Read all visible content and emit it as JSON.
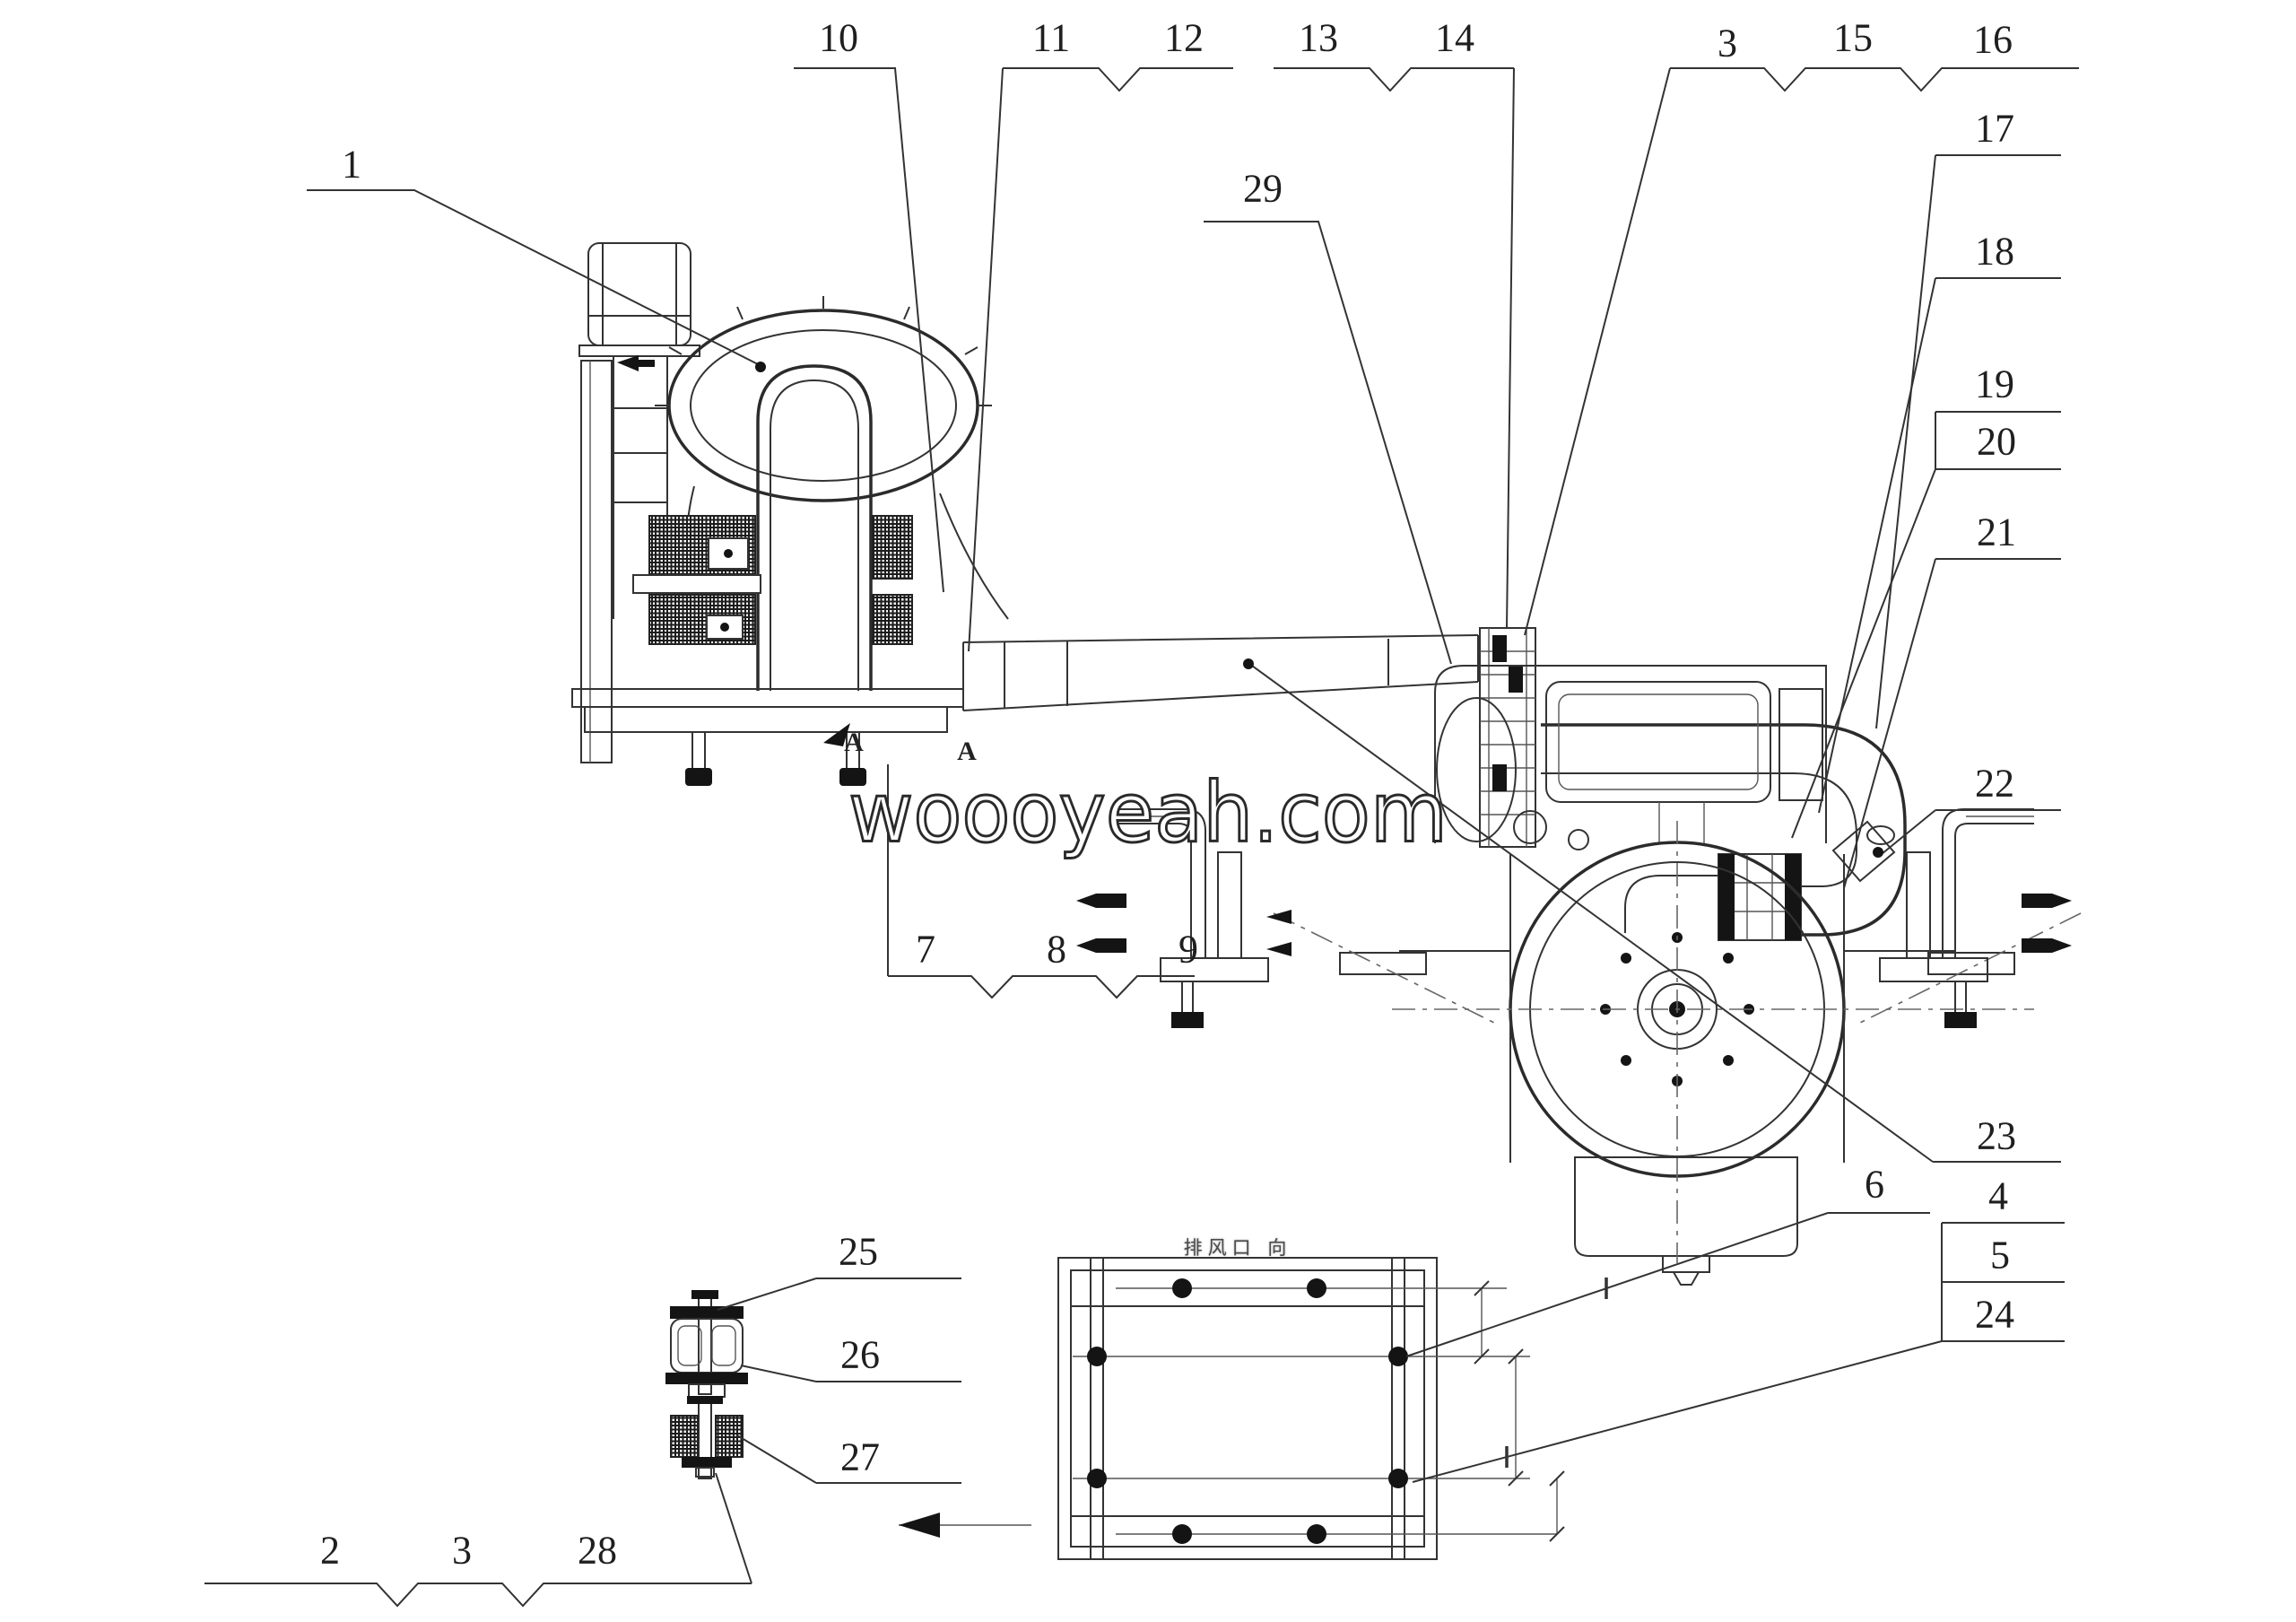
{
  "watermark": "woooyeah.com",
  "plan_caption": "排风口 向",
  "section_marker": "A",
  "callouts": {
    "1": "1",
    "2": "2",
    "3_top": "3",
    "3_bottom": "3",
    "4": "4",
    "5": "5",
    "6": "6",
    "7": "7",
    "8": "8",
    "9": "9",
    "10": "10",
    "11": "11",
    "12": "12",
    "13": "13",
    "14": "14",
    "15": "15",
    "16": "16",
    "17": "17",
    "18": "18",
    "19": "19",
    "20": "20",
    "21": "21",
    "22": "22",
    "23": "23",
    "24": "24",
    "25": "25",
    "26": "26",
    "27": "27",
    "28": "28",
    "29": "29"
  }
}
